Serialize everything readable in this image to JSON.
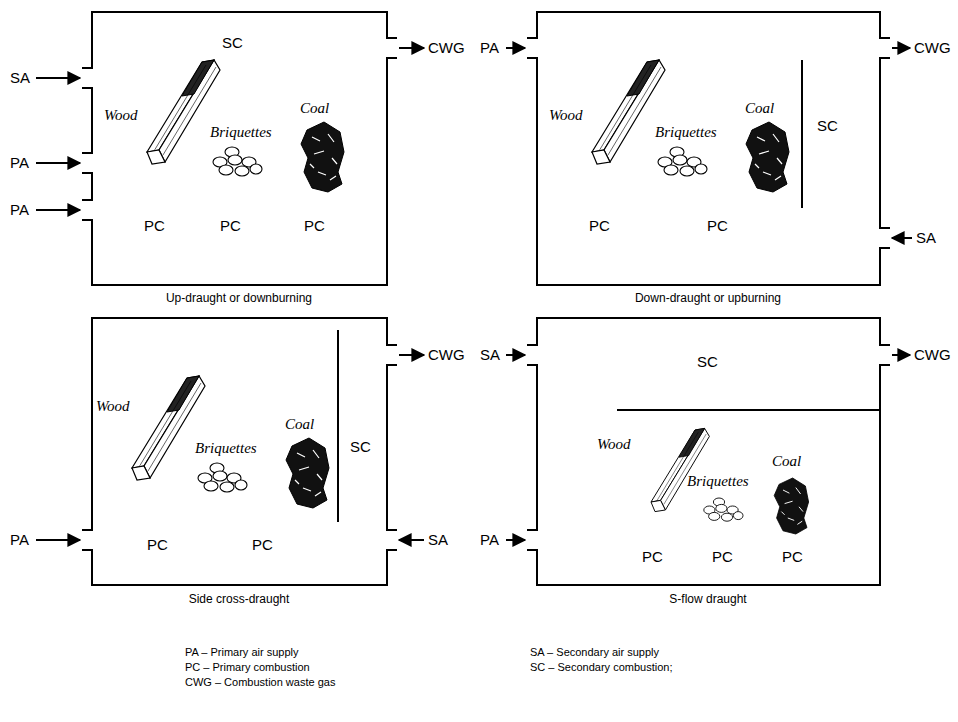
{
  "diagram": {
    "nodes": [
      {
        "text": [
          "SC",
          "Wood",
          "Briquettes",
          "Coal",
          "PC",
          "PC",
          "PC"
        ]
      },
      {
        "text": [
          "Wood",
          "Briquettes",
          "Coal",
          "SC",
          "PC",
          "PC"
        ]
      },
      {
        "text": [
          "Wood",
          "Briquettes",
          "Coal",
          "SC",
          "PC",
          "PC"
        ]
      },
      {
        "text": [
          "SC",
          "Wood",
          "Briquettes",
          "Coal",
          "PC",
          "PC",
          "PC"
        ]
      }
    ],
    "labels": [
      "SA",
      "PA",
      "PA",
      "CWG",
      "PA",
      "CWG",
      "SA",
      "CWG",
      "PA",
      "SA",
      "SA",
      "CWG",
      "PA",
      "Up-draught or downburning",
      "Down-draught or upburning",
      "Side cross-draught",
      "S-flow draught",
      "PA – Primary air supply",
      "PC – Primary combustion",
      "CWG – Combustion waste gas",
      "SA – Secondary air supply",
      "SC – Secondary combustion;"
    ]
  }
}
